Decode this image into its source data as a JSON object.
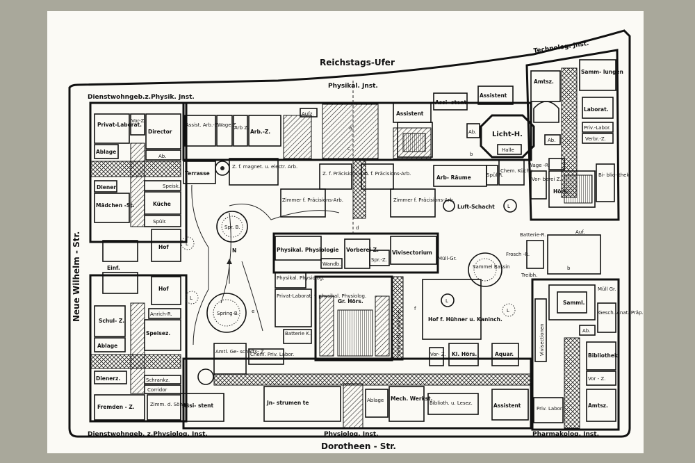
{
  "streets": {
    "north": "Reichstags-Ufer",
    "south": "Dorotheen - Str.",
    "west": "Neue Wilhelm - Str."
  },
  "institutes": {
    "physik_north": "Physikal. Jnst.",
    "technolog": "Technolog. Jnst.",
    "dienst_physik": "Dienstwohngeb.z.Physik. Jnst.",
    "dienst_physiolog": "Dienstwohngeb. z.Physiolog. Jnst.",
    "physiolog_south": "Physiolog. Jnst.",
    "pharmakolog": "Pharmakolog. Jnst."
  },
  "rooms": {
    "privat_laborat": "Privat-Laborat.",
    "vor_z_nw": "Vor-Z.",
    "director": "Director",
    "assist_arb_z": "Assist. Arb.-Z.",
    "wage_z": "Wage Z.",
    "arb_z_small": "Arb Z.",
    "arb_z": "Arb.-Z.",
    "aufz": "Aufz.",
    "assistent_top": "Assistent",
    "assistent_top2": "Assi- stent",
    "assistent_ne": "Assistent",
    "amtsz_ne": "Amtsz.",
    "sammlungen": "Samm- lungen",
    "laborat_ne": "Laborat.",
    "priv_labor_ne": "Priv.-Labor.",
    "verbr_z": "Verbr.-Z.",
    "ab_ne": "Ab.",
    "licht_h": "Licht-H.",
    "halle": "Halle",
    "ab_mid": "Ab.",
    "ablage_nw": "Ablage",
    "ab_nw": "Ab.",
    "terrasse": "Terrasse",
    "z_magnet": "Z. f. magnet. u. electr. Arb.",
    "z_praecision1": "Z. f. Präcisions-Arb.",
    "z_praecision2": "Z. f. Präcisions-Arb.",
    "arb_raeume": "Arb- Räume",
    "spuel_r": "Spül R.",
    "chem_kueche": "Chem. Küche",
    "wage_r": "Wage -R.",
    "vorbereit_z": "Vor- berei Z.",
    "hoers_ne": "Hörs.",
    "bibliothek_ne": "Bi- blio- thek",
    "diener_nw": "Diener",
    "speisk": "Speisk.",
    "maedchen_st": "Mädchen -St.",
    "kueche": "Küche",
    "spuelr": "Spülr.",
    "zimmer_praec1": "Zimmer f. Präcisions-Arb.",
    "zimmer_praec2": "Zimmer f. Präcisions-Arb.",
    "luft_schacht": "Luft-Schacht",
    "spr_b1": "Spr. B.",
    "hof_nw": "Hof",
    "einf": "Einf.",
    "physikal_physiologie": "Physikal. Physiologie",
    "vorberei_z": "Vorberei Z.",
    "vivisectorium": "Vivisectorium",
    "wandb": "Wandb.",
    "spr_z": "Spr.-Z.",
    "muell_gr": "Müll-Gr.",
    "batterie_r": "Batterie-R.",
    "frosch_r": "Frosch -R.",
    "treibh": "Treibh.",
    "auf": "Auf.",
    "sammel_bassin": "Sammel Bassin",
    "physikal_physiolog_small": "Physikal. Physiolog.",
    "privat_laborat_phys": "Privat-Laborat. f. physikal. Physiolog.",
    "batterie_k": "Batterie K.",
    "spring_b": "Spring-B.",
    "gr_hoers": "Gr. Hörs.",
    "demonstr_gallerie": "Demonstr.-Gallerie",
    "hof_huehner": "Hof f. Hühner u. Kaninch.",
    "hof_w": "Hof",
    "anrich_r": "Anrich-R.",
    "schul_z": "Schul- Z.",
    "speisez": "Speisez.",
    "ablage_w": "Ablage",
    "vivisectionen": "Vivisectionen",
    "sammel_se": "Samml.",
    "muell_gr_se": "Müll Gr.",
    "gesch_anat": "Gesch. Anat. Präp.",
    "ab_se": "Ab.",
    "amtl_geschaefts_z": "Amtl. Ge- schäfts- Z.",
    "chem_priv_labor": "Chem. Priv. Labor.",
    "vor_z_mid": "Vor- Z.",
    "kl_hoers": "Kl. Hörs.",
    "aquar": "Aquar.",
    "bibliothek_se": "Bibliothek",
    "vor_z_se": "Vor - Z.",
    "dienerz": "Dienerz.",
    "schrank": "Schrankz.",
    "corridor": "Corridor",
    "fremden_z": "Fremden - Z.",
    "zimm_soehne": "Zimm. d. Söhne",
    "assistent_south": "Assi- stent",
    "instrumente": "Jn- strumen te",
    "ablage_s": "Ablage",
    "mech_werkst": "Mech. Werkst.",
    "biblioth_lesez": "Biblioth. u. Lesez.",
    "assistent_se": "Assistent",
    "priv_labor_se": "Priv. Labor.",
    "amtsz_se": "Amtsz."
  },
  "marks": {
    "a": "a",
    "b": "b",
    "c": "c",
    "d": "d",
    "e": "e",
    "f": "f",
    "N": "N",
    "L": "L"
  }
}
